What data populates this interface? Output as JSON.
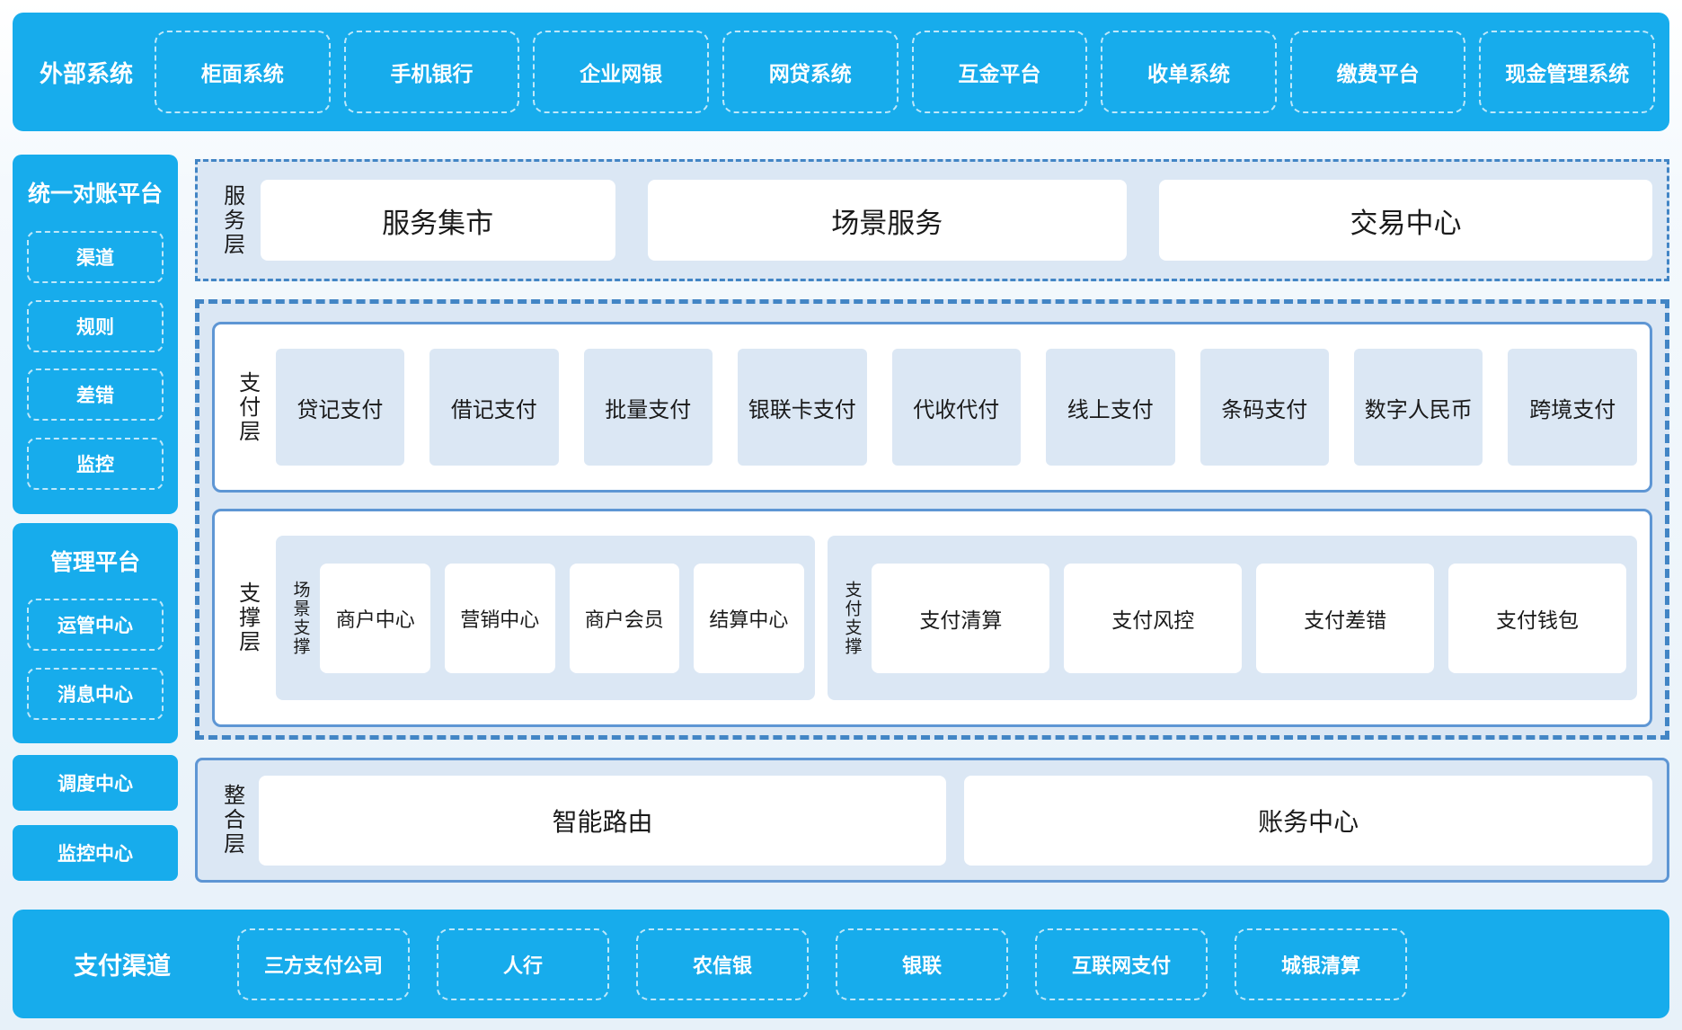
{
  "external_systems": {
    "title": "外部系统",
    "items": [
      "柜面系统",
      "手机银行",
      "企业网银",
      "网贷系统",
      "互金平台",
      "收单系统",
      "缴费平台",
      "现金管理系统"
    ]
  },
  "left": {
    "reconciliation": {
      "title": "统一对账平台",
      "items": [
        "渠道",
        "规则",
        "差错",
        "监控"
      ]
    },
    "management": {
      "title": "管理平台",
      "items": [
        "运管中心",
        "消息中心"
      ]
    },
    "standalone": [
      "调度中心",
      "监控中心"
    ]
  },
  "service_layer": {
    "label": "服务层",
    "items": [
      "服务集市",
      "场景服务",
      "交易中心"
    ]
  },
  "payment_layer": {
    "label": "支付层",
    "items": [
      "贷记支付",
      "借记支付",
      "批量支付",
      "银联卡支付",
      "代收代付",
      "线上支付",
      "条码支付",
      "数字人民币",
      "跨境支付"
    ]
  },
  "support_layer": {
    "label": "支撑层",
    "groups": [
      {
        "label": "场景支撑",
        "items": [
          "商户中心",
          "营销中心",
          "商户会员",
          "结算中心"
        ]
      },
      {
        "label": "支付支撑",
        "items": [
          "支付清算",
          "支付风控",
          "支付差错",
          "支付钱包"
        ]
      }
    ]
  },
  "integration_layer": {
    "label": "整合层",
    "items": [
      "智能路由",
      "账务中心"
    ]
  },
  "payment_channels": {
    "title": "支付渠道",
    "items": [
      "三方支付公司",
      "人行",
      "农信银",
      "银联",
      "互联网支付",
      "城银清算"
    ]
  },
  "colors": {
    "primary_blue": "#17acec",
    "panel_light_blue": "#dbe7f4",
    "solid_border_blue": "#5e96d4",
    "dashed_border_blue": "#4285c5",
    "white_dash_border": "rgba(255,255,255,0.72)"
  }
}
